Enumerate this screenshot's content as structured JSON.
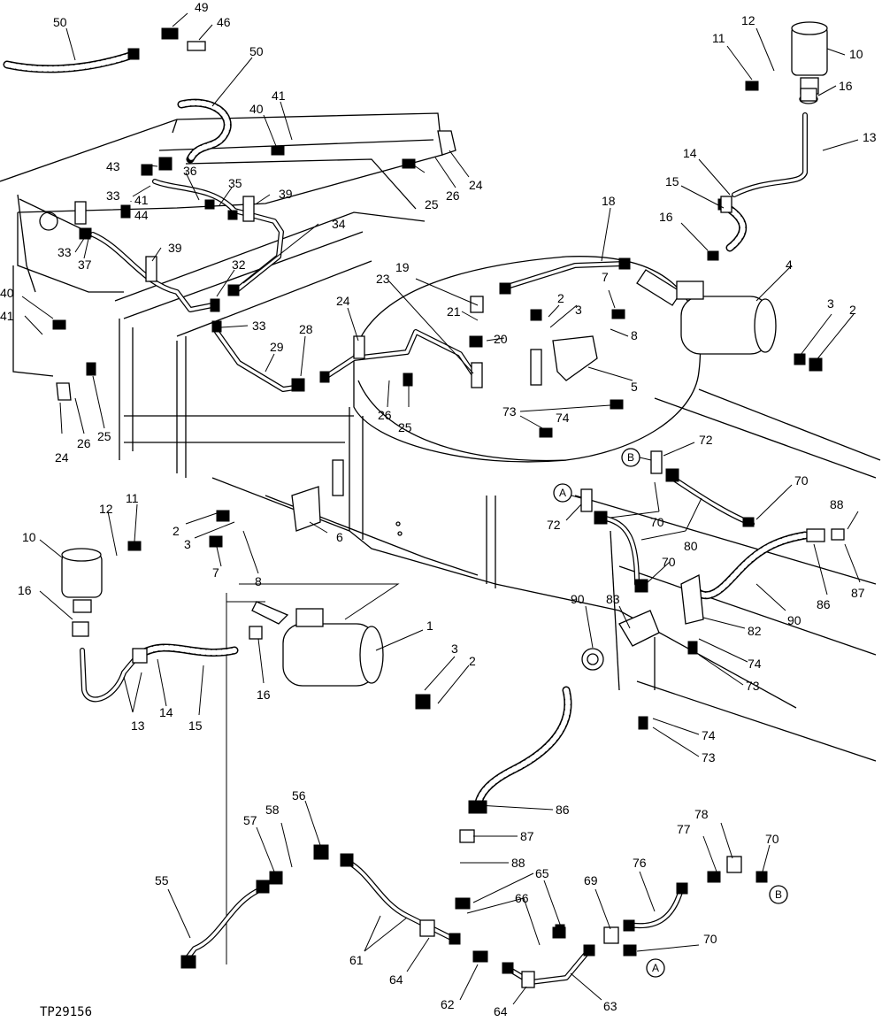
{
  "figure_id": "TP29156",
  "callouts": [
    {
      "id": "c-50a",
      "text": "50"
    },
    {
      "id": "c-49",
      "text": "49"
    },
    {
      "id": "c-46",
      "text": "46"
    },
    {
      "id": "c-50b",
      "text": "50"
    },
    {
      "id": "c-40a",
      "text": "40"
    },
    {
      "id": "c-41a",
      "text": "41"
    },
    {
      "id": "c-43",
      "text": "43"
    },
    {
      "id": "c-36",
      "text": "36"
    },
    {
      "id": "c-33a",
      "text": "33"
    },
    {
      "id": "c-41b",
      "text": "41"
    },
    {
      "id": "c-44",
      "text": "44"
    },
    {
      "id": "c-35",
      "text": "35"
    },
    {
      "id": "c-39a",
      "text": "39"
    },
    {
      "id": "c-33b",
      "text": "33"
    },
    {
      "id": "c-37",
      "text": "37"
    },
    {
      "id": "c-34",
      "text": "34"
    },
    {
      "id": "c-39b",
      "text": "39"
    },
    {
      "id": "c-32",
      "text": "32"
    },
    {
      "id": "c-33c",
      "text": "33"
    },
    {
      "id": "c-40b",
      "text": "40"
    },
    {
      "id": "c-41c",
      "text": "41"
    },
    {
      "id": "c-29",
      "text": "29"
    },
    {
      "id": "c-28",
      "text": "28"
    },
    {
      "id": "c-24a",
      "text": "24"
    },
    {
      "id": "c-26a",
      "text": "26"
    },
    {
      "id": "c-25a",
      "text": "25"
    },
    {
      "id": "c-25b",
      "text": "25"
    },
    {
      "id": "c-26b",
      "text": "26"
    },
    {
      "id": "c-24b",
      "text": "24"
    },
    {
      "id": "c-18",
      "text": "18"
    },
    {
      "id": "c-19",
      "text": "19"
    },
    {
      "id": "c-23",
      "text": "23"
    },
    {
      "id": "c-24c",
      "text": "24"
    },
    {
      "id": "c-21",
      "text": "21"
    },
    {
      "id": "c-20",
      "text": "20"
    },
    {
      "id": "c-26c",
      "text": "26"
    },
    {
      "id": "c-25c",
      "text": "25"
    },
    {
      "id": "c-2a",
      "text": "2"
    },
    {
      "id": "c-3a",
      "text": "3"
    },
    {
      "id": "c-7a",
      "text": "7"
    },
    {
      "id": "c-8a",
      "text": "8"
    },
    {
      "id": "c-5",
      "text": "5"
    },
    {
      "id": "c-4",
      "text": "4"
    },
    {
      "id": "c-3b",
      "text": "3"
    },
    {
      "id": "c-2b",
      "text": "2"
    },
    {
      "id": "c-12a",
      "text": "12"
    },
    {
      "id": "c-11a",
      "text": "11"
    },
    {
      "id": "c-10a",
      "text": "10"
    },
    {
      "id": "c-16a",
      "text": "16"
    },
    {
      "id": "c-13a",
      "text": "13"
    },
    {
      "id": "c-14a",
      "text": "14"
    },
    {
      "id": "c-15a",
      "text": "15"
    },
    {
      "id": "c-16b",
      "text": "16"
    },
    {
      "id": "c-73a",
      "text": "73"
    },
    {
      "id": "c-74a",
      "text": "74"
    },
    {
      "id": "c-72a",
      "text": "72"
    },
    {
      "id": "c-72b",
      "text": "72"
    },
    {
      "id": "c-70a",
      "text": "70"
    },
    {
      "id": "c-70b",
      "text": "70"
    },
    {
      "id": "c-80",
      "text": "80"
    },
    {
      "id": "c-70c",
      "text": "70"
    },
    {
      "id": "c-88a",
      "text": "88"
    },
    {
      "id": "c-86a",
      "text": "86"
    },
    {
      "id": "c-87a",
      "text": "87"
    },
    {
      "id": "c-90a",
      "text": "90"
    },
    {
      "id": "c-83",
      "text": "83"
    },
    {
      "id": "c-90b",
      "text": "90"
    },
    {
      "id": "c-82",
      "text": "82"
    },
    {
      "id": "c-74b",
      "text": "74"
    },
    {
      "id": "c-73b",
      "text": "73"
    },
    {
      "id": "c-74c",
      "text": "74"
    },
    {
      "id": "c-73c",
      "text": "73"
    },
    {
      "id": "c-2c",
      "text": "2"
    },
    {
      "id": "c-3c",
      "text": "3"
    },
    {
      "id": "c-6",
      "text": "6"
    },
    {
      "id": "c-7b",
      "text": "7"
    },
    {
      "id": "c-8b",
      "text": "8"
    },
    {
      "id": "c-11b",
      "text": "11"
    },
    {
      "id": "c-12b",
      "text": "12"
    },
    {
      "id": "c-10b",
      "text": "10"
    },
    {
      "id": "c-16c",
      "text": "16"
    },
    {
      "id": "c-14b",
      "text": "14"
    },
    {
      "id": "c-15b",
      "text": "15"
    },
    {
      "id": "c-13b",
      "text": "13"
    },
    {
      "id": "c-16d",
      "text": "16"
    },
    {
      "id": "c-1",
      "text": "1"
    },
    {
      "id": "c-3d",
      "text": "3"
    },
    {
      "id": "c-2d",
      "text": "2"
    },
    {
      "id": "c-56",
      "text": "56"
    },
    {
      "id": "c-57",
      "text": "57"
    },
    {
      "id": "c-58",
      "text": "58"
    },
    {
      "id": "c-55",
      "text": "55"
    },
    {
      "id": "c-86b",
      "text": "86"
    },
    {
      "id": "c-87b",
      "text": "87"
    },
    {
      "id": "c-88b",
      "text": "88"
    },
    {
      "id": "c-65",
      "text": "65"
    },
    {
      "id": "c-66",
      "text": "66"
    },
    {
      "id": "c-61",
      "text": "61"
    },
    {
      "id": "c-64a",
      "text": "64"
    },
    {
      "id": "c-62",
      "text": "62"
    },
    {
      "id": "c-64b",
      "text": "64"
    },
    {
      "id": "c-63",
      "text": "63"
    },
    {
      "id": "c-69",
      "text": "69"
    },
    {
      "id": "c-76",
      "text": "76"
    },
    {
      "id": "c-77",
      "text": "77"
    },
    {
      "id": "c-78",
      "text": "78"
    },
    {
      "id": "c-70d",
      "text": "70"
    },
    {
      "id": "c-70e",
      "text": "70"
    }
  ],
  "connection_markers": [
    {
      "id": "m-B1",
      "text": "B"
    },
    {
      "id": "m-A1",
      "text": "A"
    },
    {
      "id": "m-B2",
      "text": "B"
    },
    {
      "id": "m-A2",
      "text": "A"
    }
  ]
}
